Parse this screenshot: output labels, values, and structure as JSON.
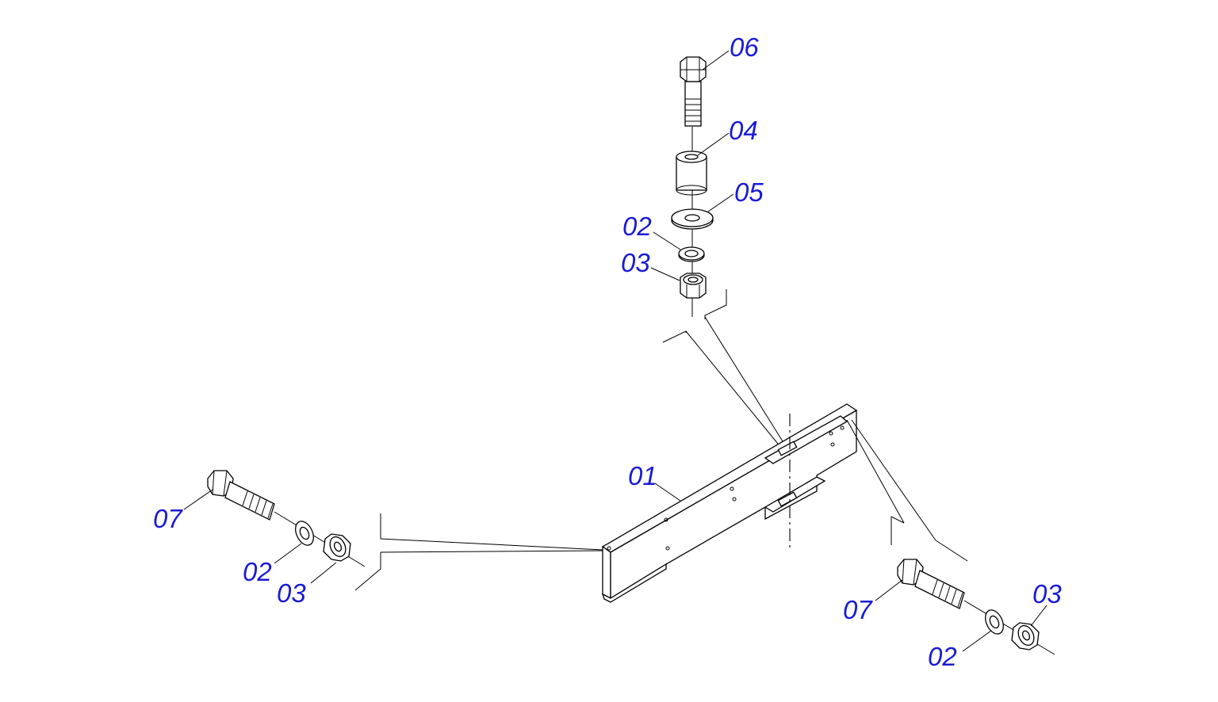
{
  "callouts": {
    "c06": "06",
    "c04": "04",
    "c05": "05",
    "c02_top": "02",
    "c03_top": "03",
    "c01": "01",
    "c07_left": "07",
    "c02_left": "02",
    "c03_left": "03",
    "c07_right": "07",
    "c02_right": "02",
    "c03_right": "03"
  },
  "colors": {
    "callout": "#1a1ad6",
    "line": "#000000",
    "background": "#ffffff"
  }
}
